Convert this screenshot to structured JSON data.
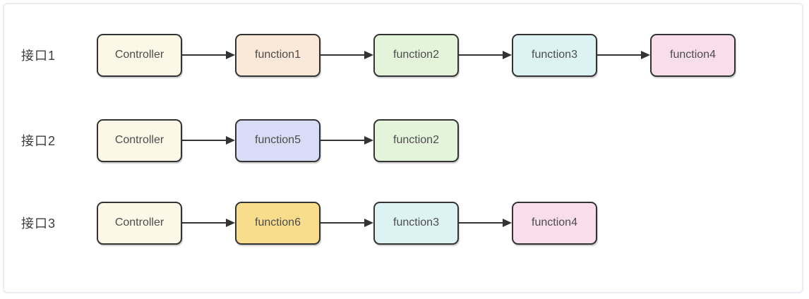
{
  "canvas": {
    "background_color": "#ffffff",
    "frame_border_color": "#e9edf2",
    "arrow_color": "#333333",
    "node_border_color": "#333333",
    "node_text_color": "#4d4d4d",
    "label_text_color": "#3c3c3c"
  },
  "rows": [
    {
      "label": "接口1",
      "nodes": [
        {
          "label": "Controller",
          "fill": "#fcf8e7"
        },
        {
          "label": "function1",
          "fill": "#fae8d8"
        },
        {
          "label": "function2",
          "fill": "#e4f4db"
        },
        {
          "label": "function3",
          "fill": "#dcf2f3"
        },
        {
          "label": "function4",
          "fill": "#f9ddeb"
        }
      ]
    },
    {
      "label": "接口2",
      "nodes": [
        {
          "label": "Controller",
          "fill": "#fcf8e7"
        },
        {
          "label": "function5",
          "fill": "#d9dcf6"
        },
        {
          "label": "function2",
          "fill": "#e4f4db"
        }
      ]
    },
    {
      "label": "接口3",
      "nodes": [
        {
          "label": "Controller",
          "fill": "#fcf8e7"
        },
        {
          "label": "function6",
          "fill": "#f7dd8c"
        },
        {
          "label": "function3",
          "fill": "#dcf2f3"
        },
        {
          "label": "function4",
          "fill": "#f9ddeb"
        }
      ]
    }
  ]
}
